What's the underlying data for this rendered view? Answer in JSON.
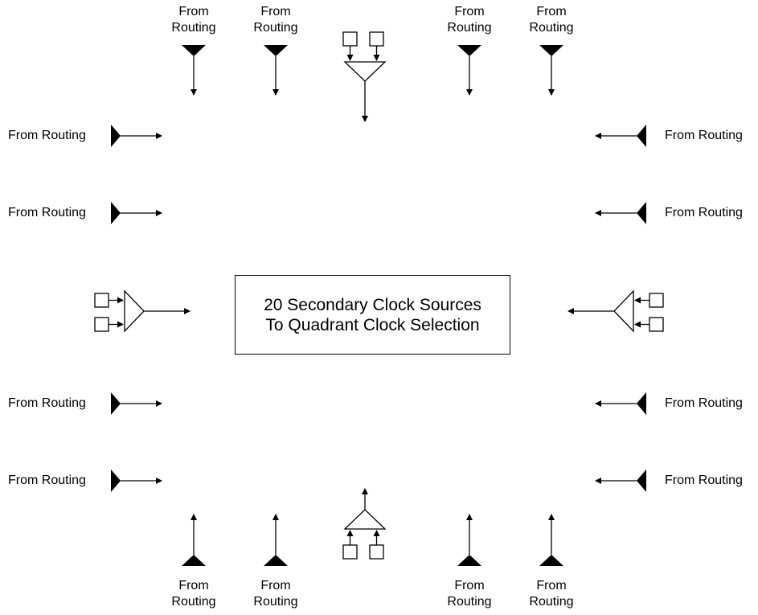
{
  "routing_label_top_line": "From",
  "routing_label_bottom_line": "Routing",
  "routing_label_inline": "From Routing",
  "center_box": {
    "line1": "20 Secondary Clock Sources",
    "line2": "To Quadrant Clock Selection"
  },
  "colors": {
    "ink": "#000000",
    "background": "#ffffff"
  }
}
